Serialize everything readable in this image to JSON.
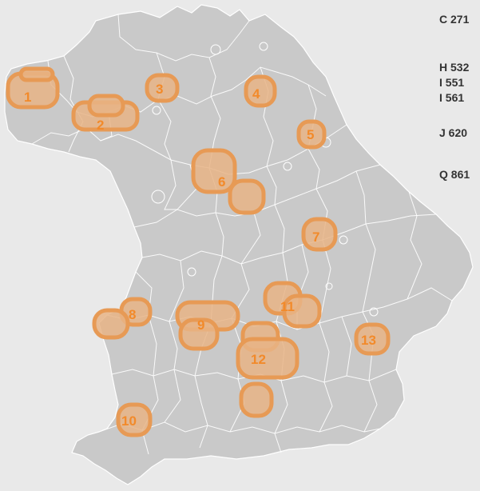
{
  "map": {
    "colors": {
      "background": "#e9e9e9",
      "land": "#c9c9c9",
      "borders": "#ffffff",
      "highlight_fill": "#e8b486",
      "highlight_stroke": "#e79a55",
      "label": "#f28a2a"
    },
    "clusters": [
      {
        "label": "1"
      },
      {
        "label": "2"
      },
      {
        "label": "3"
      },
      {
        "label": "4"
      },
      {
        "label": "5"
      },
      {
        "label": "6"
      },
      {
        "label": "7"
      },
      {
        "label": "8"
      },
      {
        "label": "9"
      },
      {
        "label": "10"
      },
      {
        "label": "11"
      },
      {
        "label": "12"
      },
      {
        "label": "13"
      }
    ]
  },
  "legend": {
    "items": [
      {
        "text": "C 271"
      },
      {
        "text": "H 532"
      },
      {
        "text": "I 551"
      },
      {
        "text": "I 561"
      },
      {
        "text": "J 620"
      },
      {
        "text": "Q 861"
      }
    ]
  }
}
